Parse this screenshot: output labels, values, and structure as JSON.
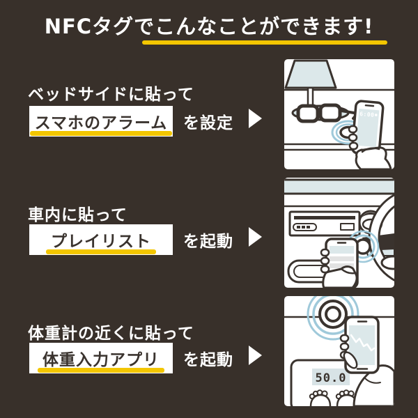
{
  "colors": {
    "background": "#38302A",
    "accent_yellow": "#F3C600",
    "text_white": "#FFFFFF",
    "line_dark": "#3A332E",
    "illustration_blue": "#DCE8EA",
    "ripple_blue": "#9FC9DA"
  },
  "header": {
    "title": "NFCタグでこんなことができます!"
  },
  "rows": [
    {
      "label": "ベッドサイドに貼って",
      "highlight": "スマホのアラーム",
      "suffix": "を設定",
      "illustration": "bedside-smartphone-alarm",
      "phone_time": "6:00"
    },
    {
      "label": "車内に貼って",
      "highlight": "プレイリスト",
      "suffix": "を起動",
      "illustration": "car-dashboard-playlist"
    },
    {
      "label": "体重計の近くに貼って",
      "highlight": "体重入力アプリ",
      "suffix": "を起動",
      "illustration": "weight-scale-input-app",
      "scale_display": "50.0"
    }
  ]
}
